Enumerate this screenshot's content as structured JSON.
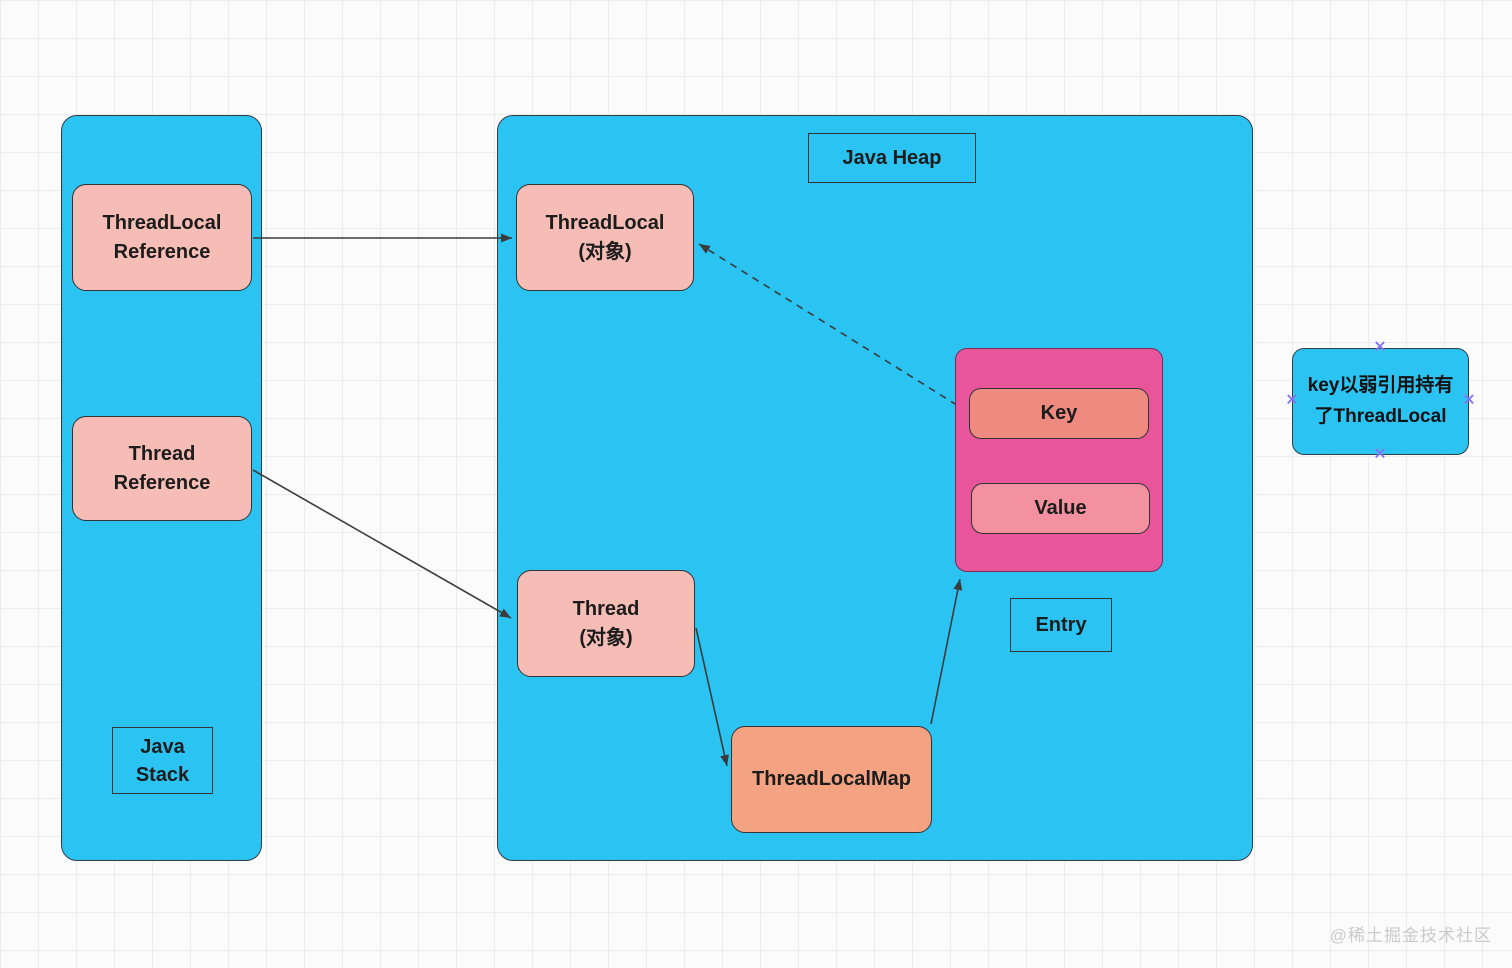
{
  "diagram": {
    "stack": {
      "threadlocal_reference_label": "ThreadLocal\nReference",
      "thread_reference_label": "Thread\nReference",
      "stack_label": "Java\nStack"
    },
    "heap": {
      "heap_label": "Java Heap",
      "threadlocal_object_label": "ThreadLocal\n(对象)",
      "thread_object_label": "Thread\n(对象)",
      "threadlocalmap_label": "ThreadLocalMap",
      "entry": {
        "key_label": "Key",
        "value_label": "Value",
        "entry_label": "Entry"
      }
    },
    "note": {
      "text": "key以弱引用持有\n了ThreadLocal",
      "handle_glyph": "✕"
    },
    "watermark": "@稀土掘金技术社区",
    "colors": {
      "container_cyan": "#2ac3f2",
      "node_salmon": "#f5bdb6",
      "map_orange": "#f3a382",
      "entry_magenta": "#e8559b",
      "key_fill": "#ee8a80",
      "value_fill": "#f491a1",
      "border_dark": "#333333",
      "handle_purple": "#7b6cf0",
      "watermark_gray": "#cbcbcb"
    }
  }
}
